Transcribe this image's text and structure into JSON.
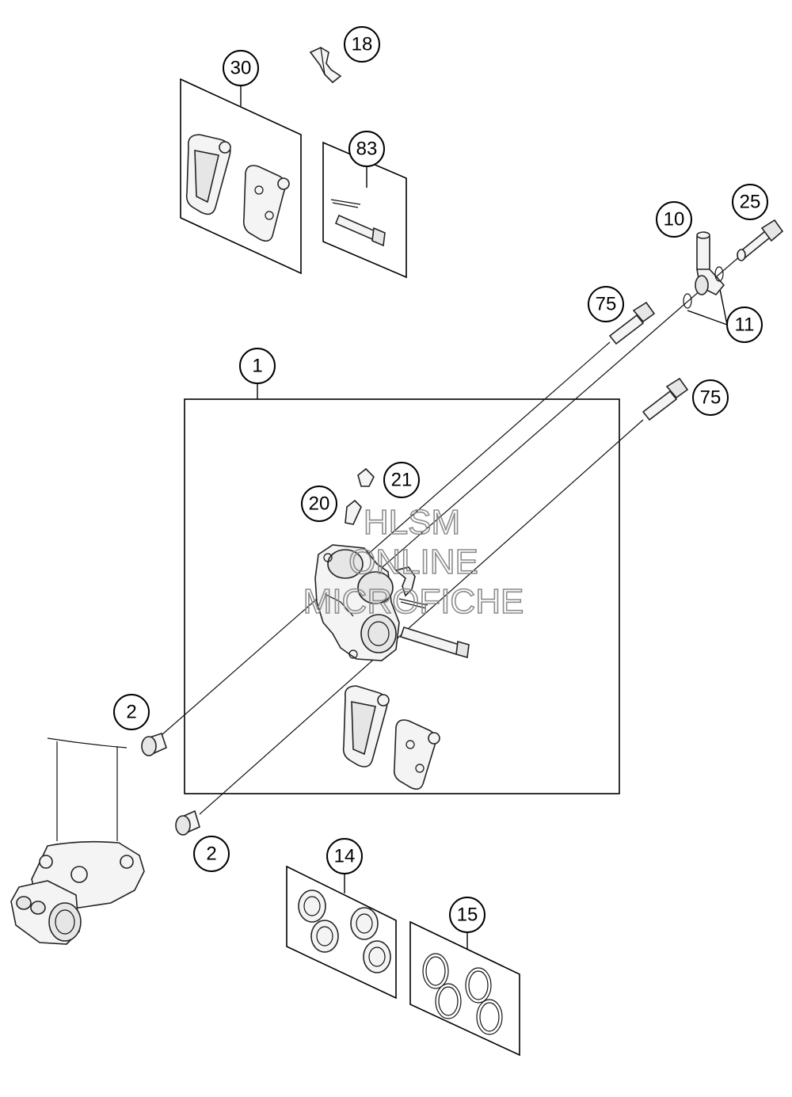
{
  "callouts": {
    "c18": "18",
    "c30": "30",
    "c83": "83",
    "c10": "10",
    "c25": "25",
    "c75a": "75",
    "c11": "11",
    "c1": "1",
    "c75b": "75",
    "c21": "21",
    "c20": "20",
    "c2a": "2",
    "c2b": "2",
    "c14": "14",
    "c15": "15"
  },
  "watermark": {
    "line1": "HLSM",
    "line2": "ONLINE",
    "line3": "MICROFICHE"
  }
}
